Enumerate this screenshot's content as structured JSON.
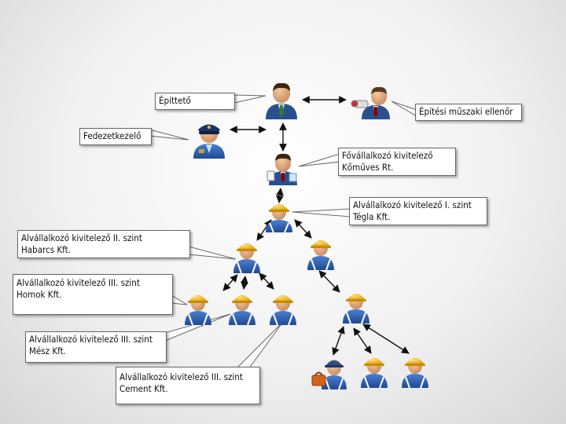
{
  "colors": {
    "background": "#f1f1f1",
    "shirt": "#2d5fb0",
    "hard_hat": "#f2b705",
    "arrow": "#111111",
    "tie_manager": "#2e7d32",
    "tie_inspector": "#8b0000"
  },
  "labels": {
    "epitteto": {
      "line1": "Építtető"
    },
    "muszaki": {
      "line1": "Építési műszaki ellenőr"
    },
    "fedezet": {
      "line1": "Fedezetkezelő"
    },
    "fovallalkozo": {
      "line1": "Fővállalkozó kivitelező",
      "line2": "Kőműves Rt."
    },
    "alv1": {
      "line1": "Alvállalkozó kivitelező I. szint",
      "line2": "Tégla Kft."
    },
    "alv2": {
      "line1": "Alvállalkozó kivitelező II. szint",
      "line2": "Habarcs Kft."
    },
    "alv3_homok": {
      "line1": "Alvállalkozó kivitelező III. szint",
      "line2": "Homok Kft."
    },
    "alv3_mesz": {
      "line1": "Alvállalkozó kivitelező III. szint",
      "line2": "Mész Kft."
    },
    "alv3_cement": {
      "line1": "Alvállalkozó kivitelező III. szint",
      "line2": "Cement Kft."
    }
  },
  "icons": {
    "manager": "businessman-icon",
    "inspector": "inspector-icon",
    "guard": "security-guard-icon",
    "contractor": "contractor-icon",
    "worker": "construction-worker-icon",
    "toolbox_worker": "toolbox-worker-icon"
  }
}
